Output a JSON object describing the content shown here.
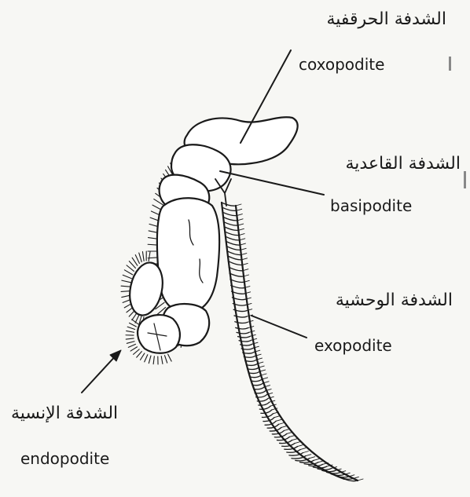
{
  "labels": {
    "coxopodite": {
      "arabic": "الشدفة الحرقفية",
      "latin": "coxopodite"
    },
    "basipodite": {
      "arabic": "الشدفة القاعدية",
      "latin": "basipodite"
    },
    "exopodite": {
      "arabic": "الشدفة الوحشية",
      "latin": "exopodite"
    },
    "endopodite": {
      "arabic": "الشدفة الإنسية",
      "latin": "endopodite"
    }
  },
  "colors": {
    "ink": "#1a1a1a",
    "paper": "#f7f7f4"
  }
}
